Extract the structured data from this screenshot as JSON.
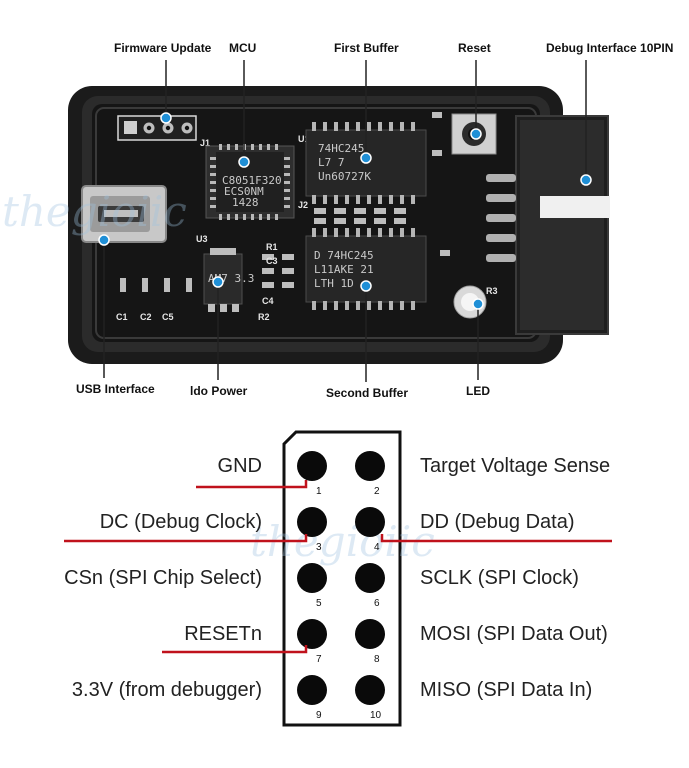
{
  "callouts": {
    "firmware_update": "Firmware Update",
    "mcu": "MCU",
    "first_buffer": "First Buffer",
    "reset": "Reset",
    "debug_interface": "Debug Interface 10PIN",
    "usb_interface": "USB Interface",
    "ldo_power": "ldo Power",
    "second_buffer": "Second Buffer",
    "led": "LED"
  },
  "chips": {
    "mcu_line1": "C8051F320",
    "mcu_line2": "ECS0NM",
    "mcu_line3": "1428",
    "buffer1_line1": "74HC245",
    "buffer1_line2": "L7  7",
    "buffer1_line3": "Un60727K",
    "buffer2_line1": "D 74HC245",
    "buffer2_line2": "L11AKE 21",
    "buffer2_line3": "LTH    1D",
    "regulator": "AM7 3.3"
  },
  "silkscreen": {
    "j1": "J1",
    "u1": "U1",
    "u3": "U3",
    "r1": "R1",
    "r2": "R2",
    "c1": "C1",
    "c2": "C2",
    "c3": "C3",
    "c4": "C4",
    "c5": "C5",
    "j2": "J2",
    "r3": "R3"
  },
  "pin_labels": {
    "left": [
      "GND",
      "DC (Debug Clock)",
      "CSn (SPI Chip Select)",
      "RESETn",
      "3.3V (from debugger)"
    ],
    "right": [
      "Target Voltage Sense",
      "DD (Debug Data)",
      "SCLK (SPI Clock)",
      "MOSI (SPI Data Out)",
      "MISO (SPI Data In)"
    ]
  },
  "pin_numbers": [
    "1",
    "2",
    "3",
    "4",
    "5",
    "6",
    "7",
    "8",
    "9",
    "10"
  ],
  "highlight_color": "#c0121c",
  "callout_marker_color": "#1f8fd6",
  "watermark": "thegioiic"
}
